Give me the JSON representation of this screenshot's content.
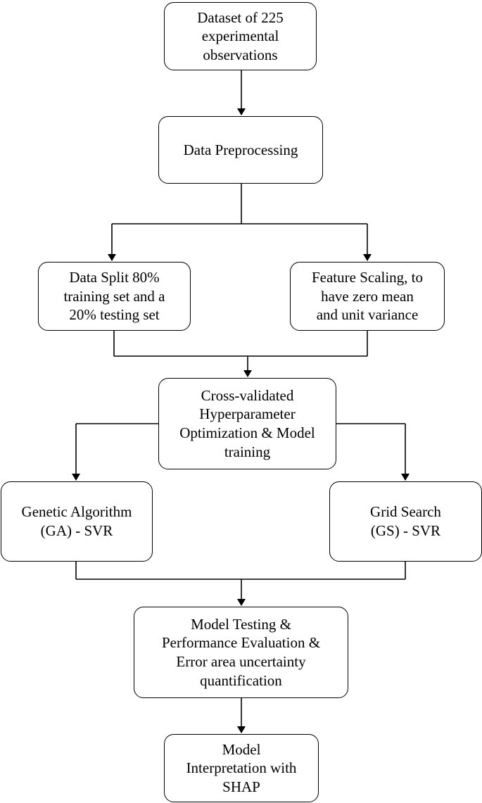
{
  "diagram": {
    "nodes": {
      "dataset": "Dataset of 225\nexperimental\nobservations",
      "preprocessing": "Data Preprocessing",
      "data_split": "Data Split 80%\ntraining set and a\n20% testing set",
      "feature_scaling": "Feature Scaling, to\nhave zero mean\nand unit variance",
      "cross_validation": "Cross-validated\nHyperparameter\nOptimization & Model\ntraining",
      "genetic_algorithm": "Genetic Algorithm\n(GA) - SVR",
      "grid_search": "Grid Search\n(GS) - SVR",
      "model_testing": "Model Testing &\nPerformance Evaluation &\nError area uncertainty\nquantification",
      "interpretation": "Model\nInterpretation with\nSHAP"
    },
    "edges": [
      {
        "from": "dataset",
        "to": "preprocessing"
      },
      {
        "from": "preprocessing",
        "to": "data_split"
      },
      {
        "from": "preprocessing",
        "to": "feature_scaling"
      },
      {
        "from": "data_split",
        "to": "cross_validation"
      },
      {
        "from": "feature_scaling",
        "to": "cross_validation"
      },
      {
        "from": "cross_validation",
        "to": "genetic_algorithm"
      },
      {
        "from": "cross_validation",
        "to": "grid_search"
      },
      {
        "from": "genetic_algorithm",
        "to": "model_testing"
      },
      {
        "from": "grid_search",
        "to": "model_testing"
      },
      {
        "from": "model_testing",
        "to": "interpretation"
      }
    ],
    "colors": {
      "line": "#000000",
      "box_border": "#000000",
      "box_fill": "#ffffff",
      "text": "#000000"
    }
  }
}
